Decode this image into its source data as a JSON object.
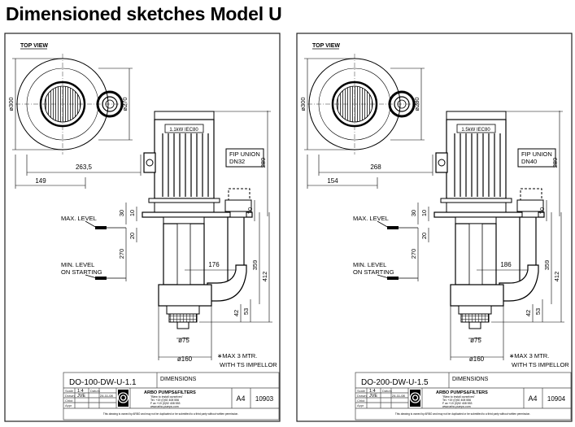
{
  "page": {
    "title": "Dimensioned sketches Model U"
  },
  "common": {
    "top_view": "TOP VIEW",
    "max_level": "MAX. LEVEL",
    "min_level_1": "MIN. LEVEL",
    "min_level_2": "ON STARTING",
    "fip_union": "FIP UNION",
    "max_3_mtr": "∗MAX 3 MTR.",
    "with_ts": "WITH TS IMPELLOR",
    "dimensions_label": "DIMENSIONS",
    "company_name": "ARBO PUMPS&FILTERS",
    "company_line1": "\"Blew to install ourselves\"",
    "company_line2": "Tel. +19 (0)92 408 556",
    "company_line3": "F ax +19 (0)92 408 553",
    "company_line4": "www.arbo-pumps.com",
    "scale_label": "Scale",
    "scale_value": "1:4",
    "datum_label": "Datum",
    "drawn_label": "Drawn",
    "drawn_value": "JVE",
    "date_value": "24-11-08",
    "chkd_label": "Chkd",
    "appr_label": "Appr",
    "paper": "A4",
    "footer": "This drawing is owned by ARBO and may not be duplicated or be submitted to a third party without written permission."
  },
  "drawings": [
    {
      "model": "DO-100-DW-U-1.1",
      "drawing_no": "10903",
      "motor": "1.1kW IEC80",
      "dn": "DN32",
      "dim_300": "ø300",
      "dim_270": "ø270",
      "dim_263": "263,5",
      "dim_149": "149",
      "dim_289": "289",
      "dim_70": "70",
      "dim_30": "30",
      "dim_10": "10",
      "dim_20": "20",
      "dim_270v": "270",
      "dim_176": "176",
      "dim_359": "359",
      "dim_412": "412",
      "dim_42": "42",
      "dim_53": "53",
      "dim_75": "ø75",
      "dim_160": "ø160"
    },
    {
      "model": "DO-200-DW-U-1.5",
      "drawing_no": "10904",
      "motor": "1.5kW IEC80",
      "dn": "DN40",
      "dim_300": "ø300",
      "dim_270": "ø280",
      "dim_263": "268",
      "dim_149": "154",
      "dim_289": "289",
      "dim_70": "70",
      "dim_30": "30",
      "dim_10": "10",
      "dim_20": "20",
      "dim_270v": "270",
      "dim_176": "186",
      "dim_359": "359",
      "dim_412": "412",
      "dim_42": "42",
      "dim_53": "53",
      "dim_75": "ø75",
      "dim_160": "ø160"
    }
  ]
}
